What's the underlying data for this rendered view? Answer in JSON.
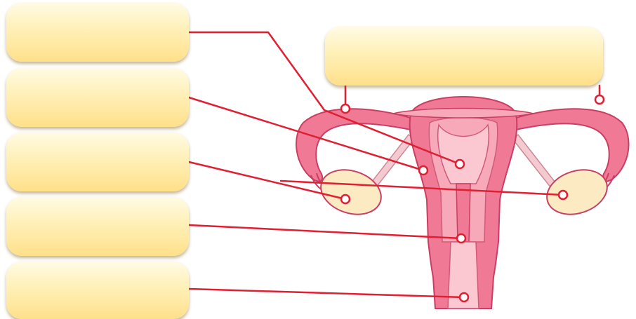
{
  "diagram": {
    "label_boxes": [
      {
        "id": "box-1",
        "text": ""
      },
      {
        "id": "box-2",
        "text": ""
      },
      {
        "id": "box-3",
        "text": ""
      },
      {
        "id": "box-4",
        "text": ""
      },
      {
        "id": "box-5",
        "text": ""
      },
      {
        "id": "box-6",
        "text": ""
      }
    ],
    "colors": {
      "organ_fill": "#f07a96",
      "organ_inner": "#f7a9ba",
      "cavity_fill": "#fbc8d2",
      "outline": "#c93e62",
      "ovary_fill": "#fbeac2",
      "leader_line": "#e01f33",
      "marker_fill": "#ffffff",
      "label_box_top": "#fffbe4",
      "label_box_bottom": "#ffe08a"
    }
  }
}
